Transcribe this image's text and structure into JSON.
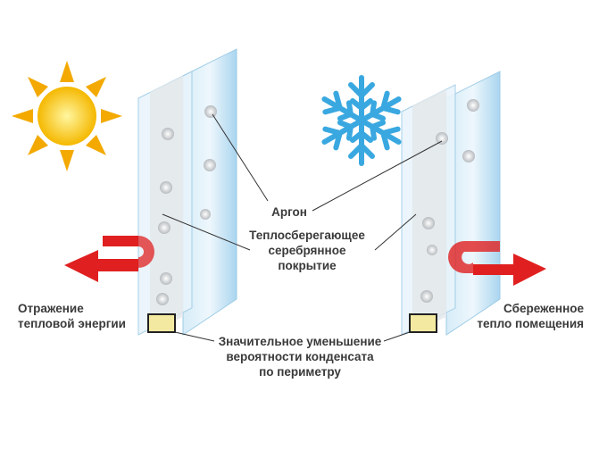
{
  "labels": {
    "argon": "Аргон",
    "coating": [
      "Теплосберегающее",
      "серебрянное",
      "покрытие"
    ],
    "reflection": [
      "Отражение",
      "тепловой энергии"
    ],
    "saved_heat": [
      "Сбереженное",
      "тепло помещения"
    ],
    "condensate": [
      "Значительное уменьшение",
      "вероятности конденсата",
      "по периметру"
    ]
  },
  "colors": {
    "glass": "#bfe0f3",
    "arrow": "#e02020",
    "sun": "#f5c400",
    "snow": "#3aa8e0"
  }
}
